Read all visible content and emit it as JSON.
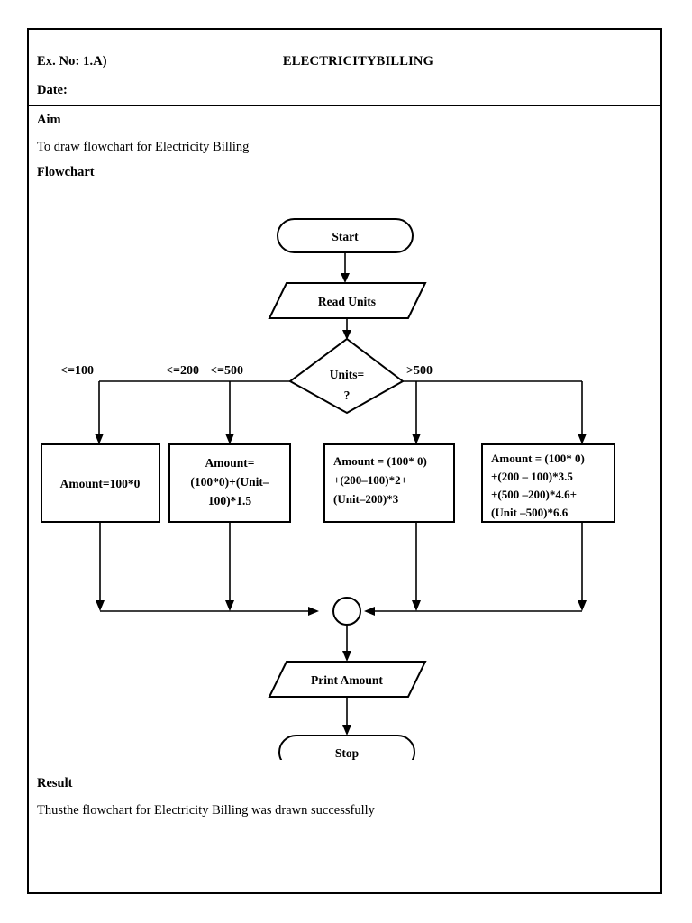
{
  "document": {
    "exercise_number": "Ex. No:  1.A)",
    "title": "ELECTRICITYBILLING",
    "date_label": "Date:",
    "sections": {
      "aim_heading": "Aim",
      "aim_text": "To draw flowchart for Electricity Billing",
      "flowchart_heading": "Flowchart",
      "result_heading": "Result",
      "result_text": "Thusthe flowchart for Electricity Billing was drawn successfully"
    }
  },
  "flowchart": {
    "nodes": {
      "start": {
        "label": "Start",
        "shape": "terminator"
      },
      "read_units": {
        "label": "Read Units",
        "shape": "parallelogram"
      },
      "decision": {
        "line1": "Units=",
        "line2": "?",
        "shape": "diamond"
      },
      "process_1": {
        "shape": "rectangle",
        "lines": [
          "Amount=100*0"
        ]
      },
      "process_2": {
        "shape": "rectangle",
        "lines": [
          "Amount=",
          "(100*0)+(Unit–",
          "100)*1.5"
        ]
      },
      "process_3": {
        "shape": "rectangle",
        "lines": [
          "Amount = (100* 0)",
          "+(200–100)*2+",
          "(Unit–200)*3"
        ]
      },
      "process_4": {
        "shape": "rectangle",
        "lines": [
          "Amount = (100* 0)",
          "+(200 – 100)*3.5",
          "+(500 –200)*4.6+",
          "(Unit –500)*6.6"
        ]
      },
      "merge": {
        "label": "",
        "shape": "circle-connector"
      },
      "print_amount": {
        "label": "Print Amount",
        "shape": "parallelogram"
      },
      "stop": {
        "label": "Stop",
        "shape": "terminator"
      }
    },
    "branch_labels": {
      "b1": "<=100",
      "b2": "<=200",
      "b3": "<=500",
      "b4": ">500"
    },
    "colors": {
      "stroke": "#000000",
      "fill": "#ffffff",
      "text": "#000000"
    }
  }
}
